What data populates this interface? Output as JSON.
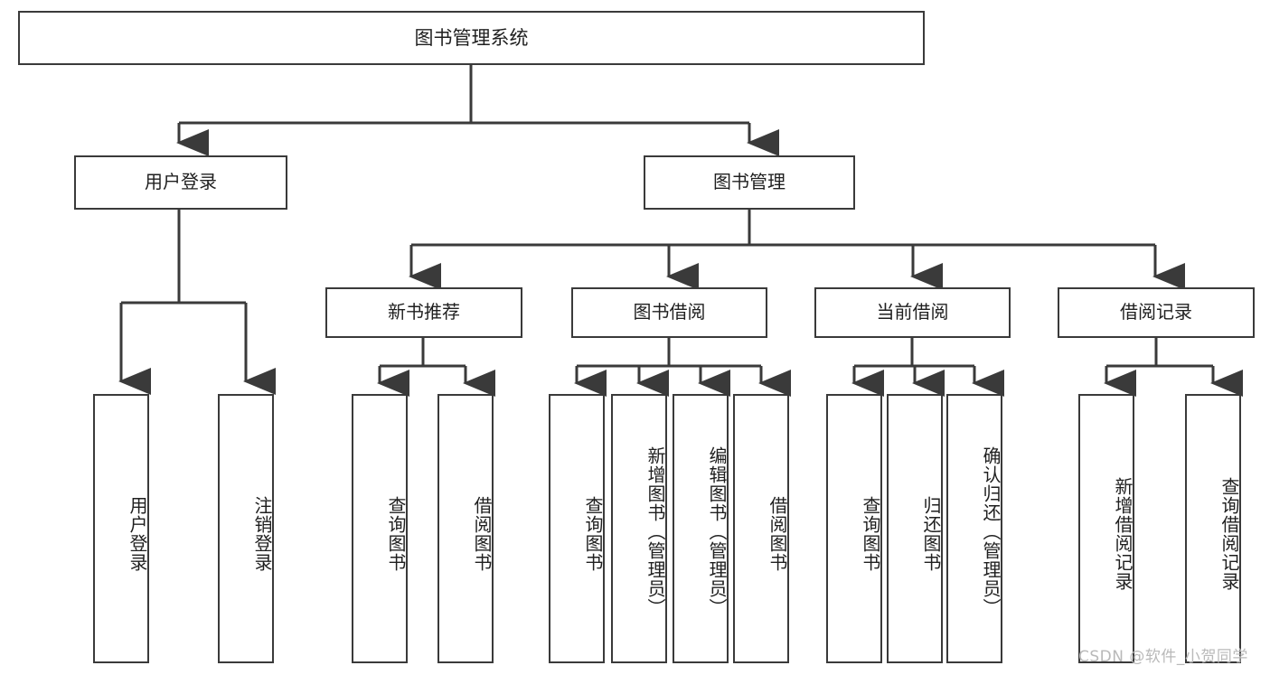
{
  "diagram": {
    "title": "图书管理系统",
    "type": "tree-hierarchy-function-structure",
    "root": {
      "label": "图书管理系统"
    },
    "level1": [
      {
        "label": "用户登录"
      },
      {
        "label": "图书管理"
      }
    ],
    "level2": [
      {
        "label": "新书推荐"
      },
      {
        "label": "图书借阅"
      },
      {
        "label": "当前借阅"
      },
      {
        "label": "借阅记录"
      }
    ],
    "leaves": {
      "user_login": [
        {
          "label": "用户登录"
        },
        {
          "label": "注销登录"
        }
      ],
      "new_book_recommend": [
        {
          "label": "查询图书"
        },
        {
          "label": "借阅图书"
        }
      ],
      "book_borrow": [
        {
          "label": "查询图书"
        },
        {
          "label": "新增图书（管理员）"
        },
        {
          "label": "编辑图书（管理员）"
        },
        {
          "label": "借阅图书"
        }
      ],
      "current_borrow": [
        {
          "label": "查询图书"
        },
        {
          "label": "归还图书"
        },
        {
          "label": "确认归还（管理员）"
        }
      ],
      "borrow_record": [
        {
          "label": "新增借阅记录"
        },
        {
          "label": "查询借阅记录"
        }
      ]
    }
  },
  "watermark": {
    "text": "CSDN @软件_小贺同学"
  },
  "colors": {
    "stroke": "#3a3a3a",
    "text": "#1f1f1f",
    "background": "#ffffff",
    "watermark": "#b9b9b9"
  }
}
